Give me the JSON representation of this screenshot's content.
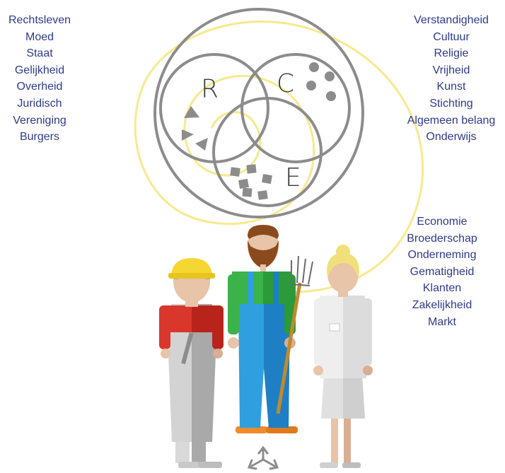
{
  "lists": {
    "left": [
      "Rechtsleven",
      "Moed",
      "Staat",
      "Gelijkheid",
      "Overheid",
      "Juridisch",
      "Vereniging",
      "Burgers"
    ],
    "right_top": [
      "Verstandigheid",
      "Cultuur",
      "Religie",
      "Vrijheid",
      "Kunst",
      "Stichting",
      "Algemeen belang",
      "Onderwijs"
    ],
    "right_bottom": [
      "Economie",
      "Broederschap",
      "Onderneming",
      "Gematigheid",
      "Klanten",
      "Zakelijkheid",
      "Markt"
    ]
  },
  "circles": {
    "r": "R",
    "c": "C",
    "e": "E"
  },
  "colors": {
    "text": "#2f3a8f",
    "circle_stroke": "#8c8c8c",
    "spiral": "#f7e98e",
    "shapes": "#8c8c8c"
  },
  "icons": [
    "triangle-shape",
    "dot-shape",
    "square-shape",
    "tri-arrow-icon"
  ],
  "figures": [
    "worker-figure",
    "farmer-figure",
    "businesswoman-figure"
  ]
}
